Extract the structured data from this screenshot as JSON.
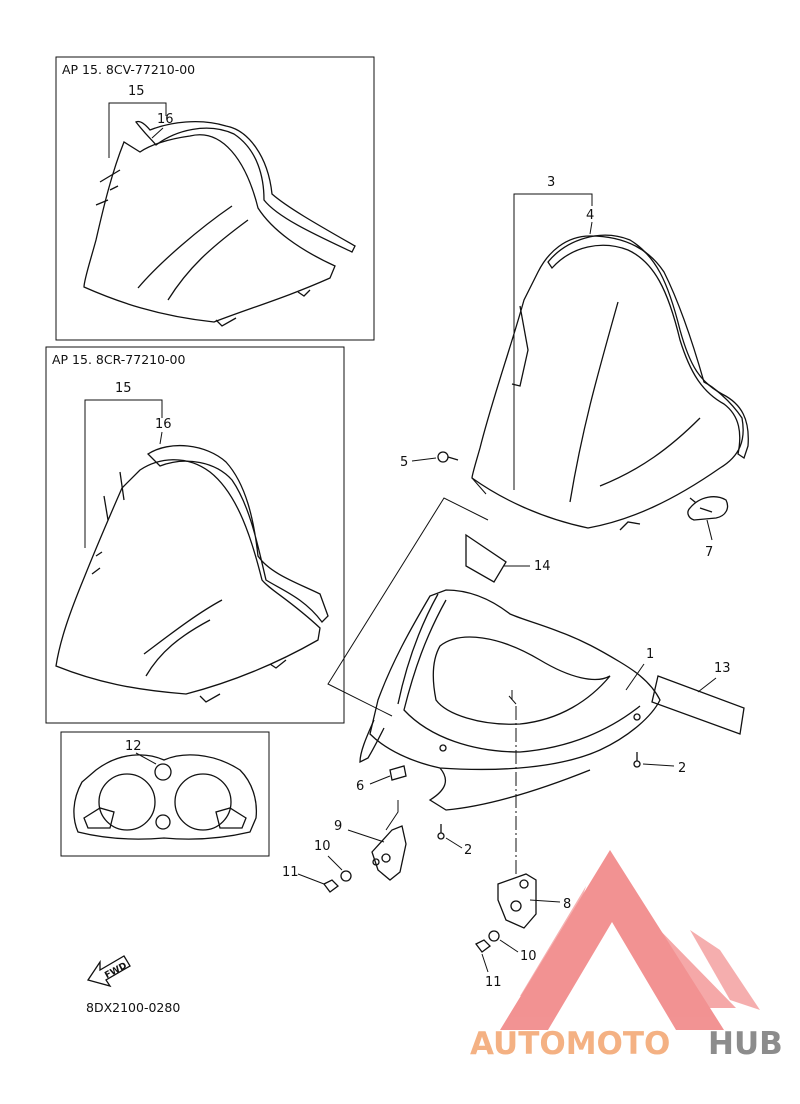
{
  "insets": [
    {
      "title": "AP  15. 8CV-77210-00",
      "callouts": [
        "15",
        "16"
      ]
    },
    {
      "title": "AP  15. 8CR-77210-00",
      "callouts": [
        "15",
        "16"
      ]
    }
  ],
  "callouts": {
    "c1": "1",
    "c2a": "2",
    "c2b": "2",
    "c3": "3",
    "c4": "4",
    "c5": "5",
    "c6": "6",
    "c7": "7",
    "c8": "8",
    "c9": "9",
    "c10a": "10",
    "c10b": "10",
    "c11a": "11",
    "c11b": "11",
    "c12": "12",
    "c13": "13",
    "c14": "14"
  },
  "fwd_label": "FWD",
  "diagram_code": "8DX2100-0280",
  "watermark": {
    "part1": "AUTOMOTO",
    "part2": "HUB"
  },
  "colors": {
    "watermark_red": "#f08080",
    "watermark_orange": "#f4b183",
    "watermark_gray": "#8c8c8c"
  }
}
